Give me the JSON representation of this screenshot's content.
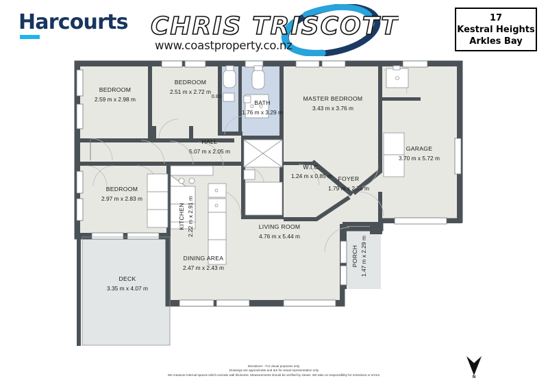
{
  "header": {
    "brand_name": "Harcourts",
    "brand_color": "#17355e",
    "brand_accent_color": "#1eb4f0",
    "agent_name": "CHRIS TRISCOTT",
    "agent_website": "www.coastproperty.co.nz",
    "swoosh_color_light": "#29a3dc",
    "swoosh_color_dark": "#1b3a63"
  },
  "address": {
    "number": "17",
    "street": "Kestral Heights",
    "suburb": "Arkles Bay"
  },
  "plan": {
    "wall_color": "#4b5257",
    "room_fill": "#e8e8e2",
    "wet_room_fill": "#ccd7e8",
    "deck_fill": "#e3e6e6",
    "rooms": [
      {
        "key": "bedroom_1",
        "label": "BEDROOM",
        "dim": "2.59 m x 2.98 m"
      },
      {
        "key": "bedroom_2",
        "label": "BEDROOM",
        "dim": "2.51 m x 2.72 m"
      },
      {
        "key": "closet_width",
        "label": "",
        "dim": "0.83"
      },
      {
        "key": "bath",
        "label": "BATH",
        "dim": "1.76 m x 3.29 m"
      },
      {
        "key": "master_bedroom",
        "label": "MASTER BEDROOM",
        "dim": "3.43 m x 3.76 m"
      },
      {
        "key": "garage",
        "label": "GARAGE",
        "dim": "3.70 m x 5.72 m"
      },
      {
        "key": "hall",
        "label": "HALL",
        "dim": "5.07 m x 2.05 m"
      },
      {
        "key": "wic",
        "label": "W.I.C.",
        "dim": "1.24 m x 0.85 m"
      },
      {
        "key": "foyer",
        "label": "FOYER",
        "dim": "1.79 m x 2.75 m"
      },
      {
        "key": "bedroom_3",
        "label": "BEDROOM",
        "dim": "2.97 m x 2.83 m"
      },
      {
        "key": "kitchen",
        "label": "KITCHEN",
        "dim": "2.22 m x 2.91 m"
      },
      {
        "key": "living_room",
        "label": "LIVING ROOM",
        "dim": "4.76 m x 5.44 m"
      },
      {
        "key": "dining_area",
        "label": "DINING AREA",
        "dim": "2.47 m x 2.43 m"
      },
      {
        "key": "deck",
        "label": "DECK",
        "dim": "3.35 m x 4.07 m"
      },
      {
        "key": "porch",
        "label": "PORCH",
        "dim": "1.47 m x 2.29 m"
      }
    ]
  },
  "footer": {
    "disclaimer_line_1": "Disclaimer - For visual purposes only.",
    "disclaimer_line_2": "Drawings are approximate and are for visual representation only",
    "disclaimer_line_3": "We measure internal spaces which exclude wall thickness. Measurements should be verified by viewer. We take no responsibility for omissions or errors.",
    "compass_label": "N"
  }
}
